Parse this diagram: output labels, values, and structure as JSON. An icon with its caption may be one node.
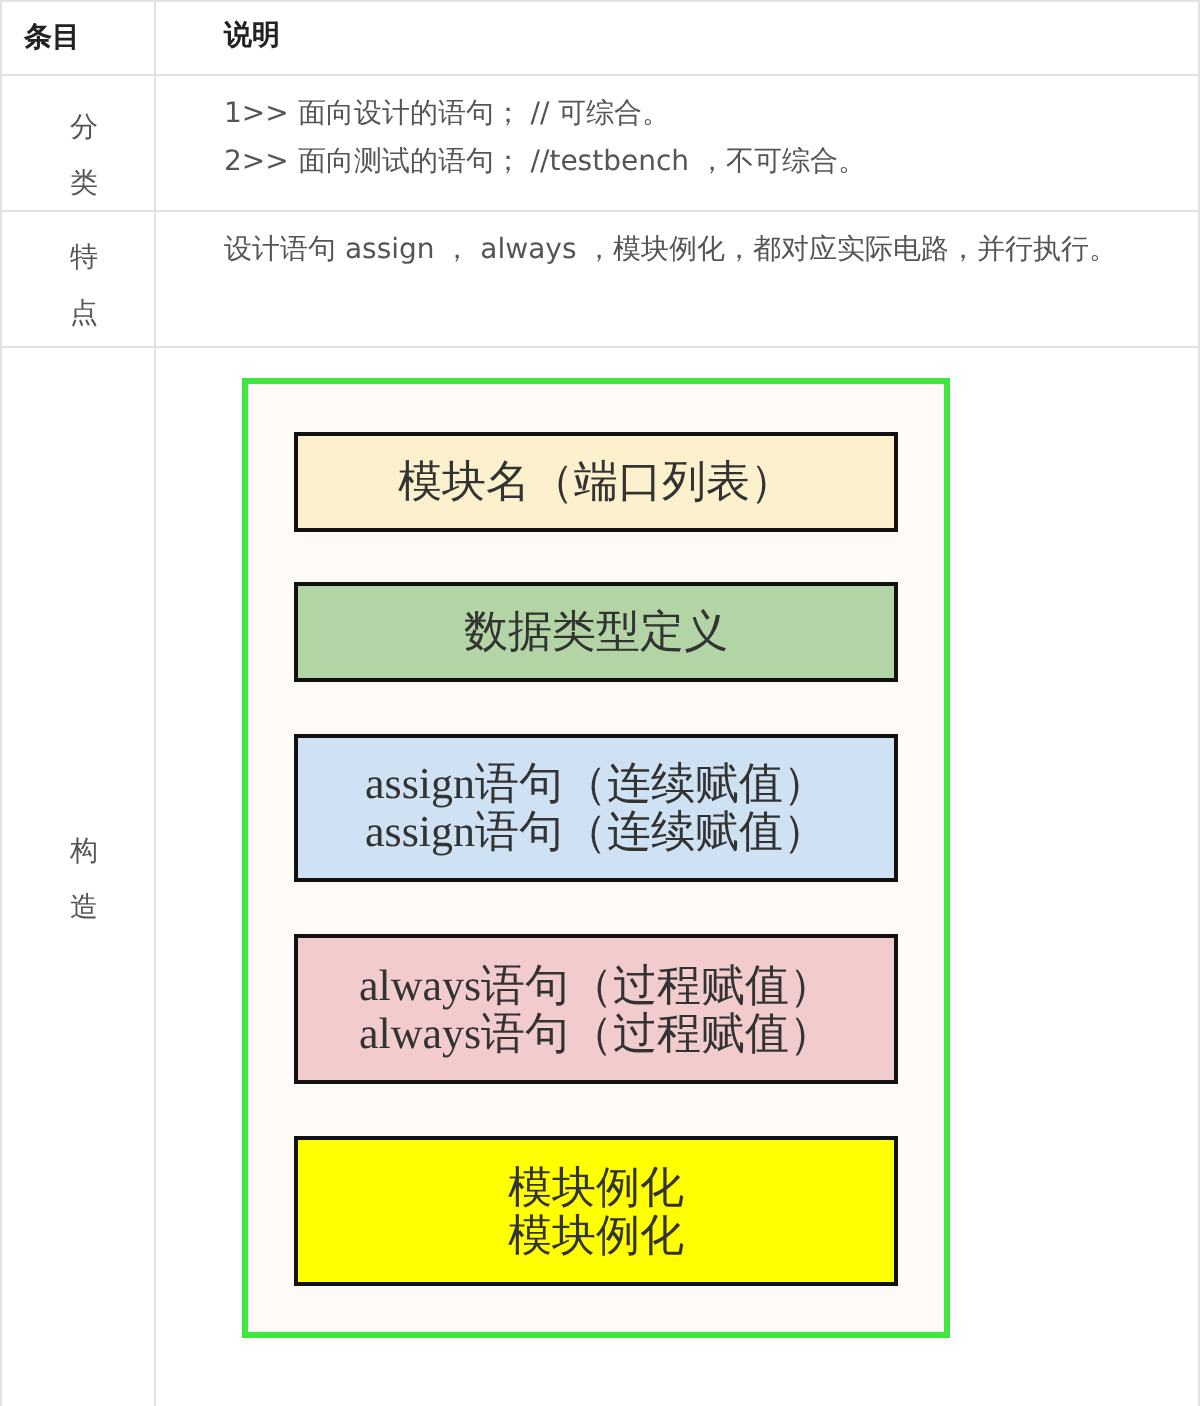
{
  "diagram": {
    "nodes": [
      {
        "text": [],
        "shape": "box"
      },
      {
        "text": [
          "模块名（端口列表）"
        ],
        "in": 0
      },
      {
        "text": [
          "数据类型定义"
        ],
        "in": 0
      },
      {
        "text": [
          "assign语句（连续赋值）",
          "assign语句（连续赋值）"
        ],
        "in": 0
      },
      {
        "text": [
          "always语句（过程赋值）",
          "always语句（过程赋值）"
        ],
        "in": 0
      },
      {
        "text": [
          "模块例化",
          "模块例化"
        ],
        "in": 0
      }
    ],
    "labels": [
      "条目",
      "说明",
      "分类",
      "1>> 面向设计的语句； // 可综合。",
      "2>> 面向测试的语句； //testbench ，不可综合。",
      "特点",
      "设计语句 assign ， always ，模块例化，都对应实际电路，并行执行。",
      "构造"
    ]
  }
}
